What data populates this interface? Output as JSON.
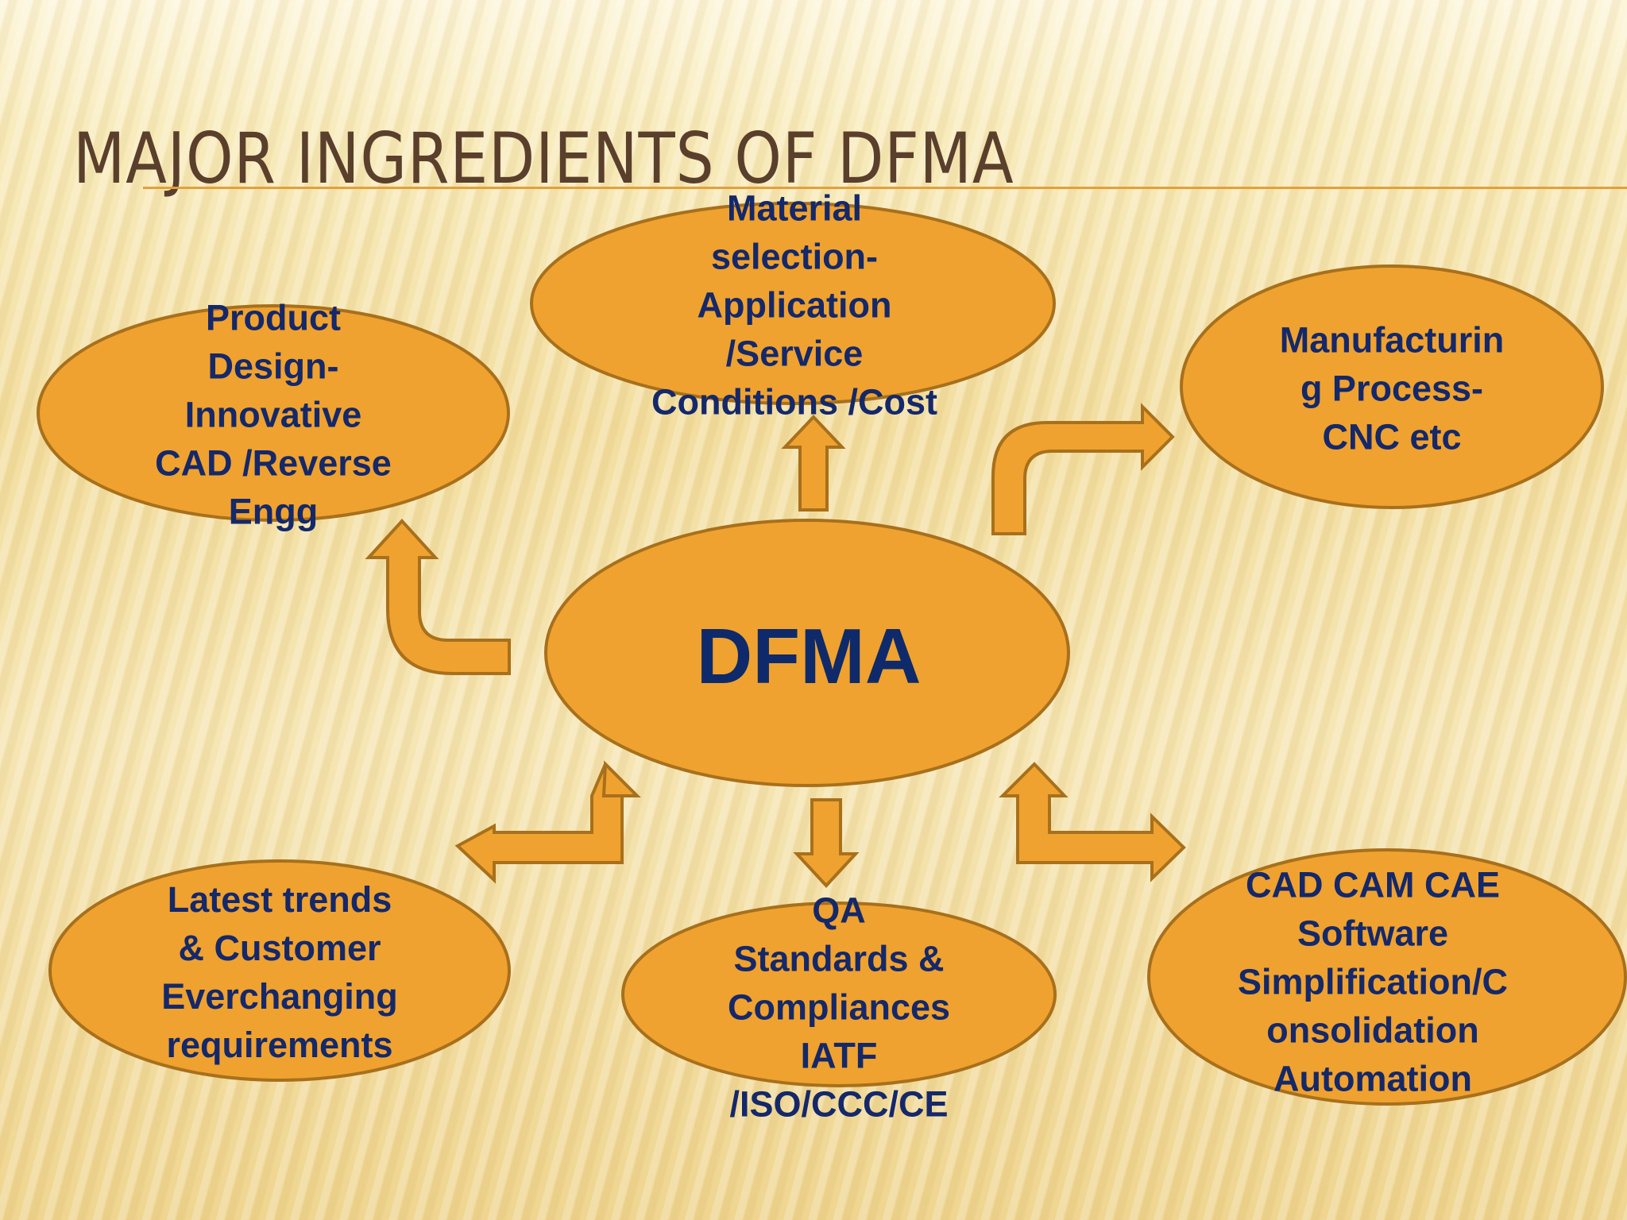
{
  "slide": {
    "title": "MAJOR INGREDIENTS OF DFMA"
  },
  "diagram": {
    "center": "DFMA",
    "nodes": {
      "material": "Material\nselection-\nApplication\n/Service\nConditions /Cost",
      "product_design": "Product\nDesign-\nInnovative\nCAD /Reverse\nEngg",
      "manufacturing": "Manufacturin\ng Process-\nCNC etc",
      "latest_trends": "Latest trends\n& Customer\nEverchanging\nrequirements",
      "qa": "QA\nStandards &\nCompliances\nIATF\n/ISO/CCC/CE",
      "cad_cam": "CAD CAM CAE\nSoftware\nSimplification/C\nonsolidation\nAutomation"
    }
  },
  "colors": {
    "node_fill": "#efa22f",
    "node_stroke": "#a8701c",
    "text": "#14286a",
    "title": "#5a3f2c"
  }
}
